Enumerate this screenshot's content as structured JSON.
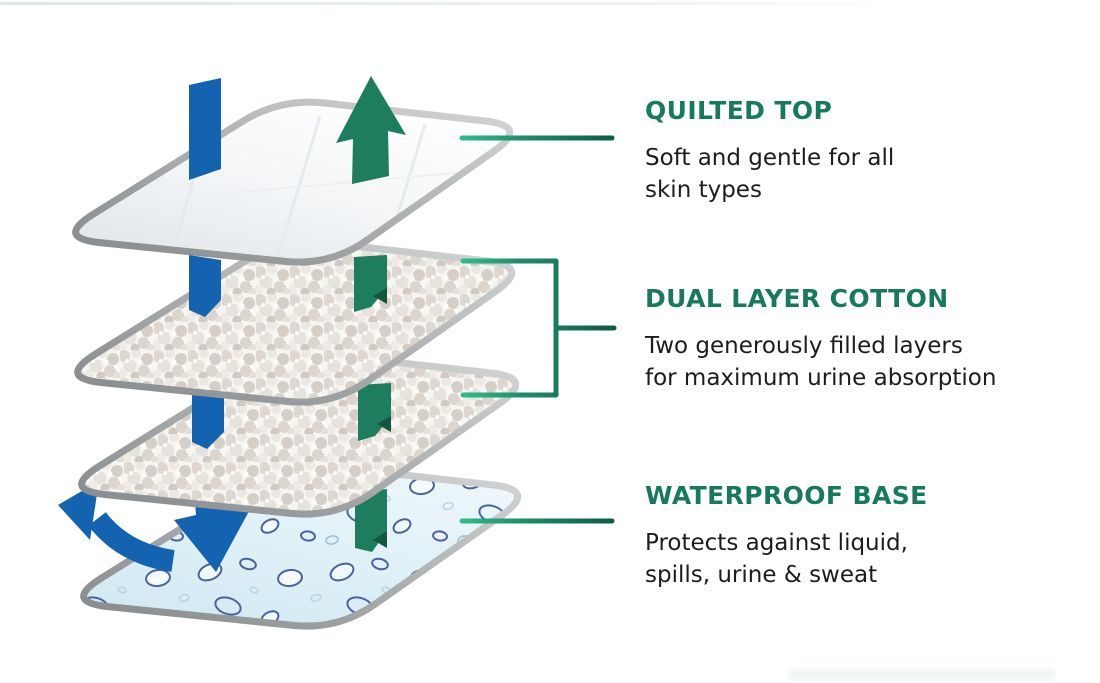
{
  "page": {
    "background": "#ffffff"
  },
  "colors": {
    "title_green": "#17795e",
    "body_text": "#1c1c1e",
    "arrow_green": "#1e7c5f",
    "arrow_blue": "#1363b1",
    "leader_green_bright": "#30bf8d",
    "leader_green_dark": "#0d5a47",
    "waterproof_blue": "#d9edf6",
    "rim_silver": "#9a9d9e"
  },
  "sections": [
    {
      "id": "quilted-top",
      "title": "QUILTED TOP",
      "description_lines": [
        "Soft and gentle for all",
        "skin types"
      ]
    },
    {
      "id": "dual-layer-cotton",
      "title": "DUAL LAYER COTTON",
      "description_lines": [
        "Two generously filled layers",
        "for maximum urine absorption"
      ]
    },
    {
      "id": "waterproof-base",
      "title": "WATERPROOF BASE",
      "description_lines": [
        "Protects against liquid,",
        "spills, urine & sweat"
      ]
    }
  ],
  "diagram": {
    "layers": [
      "quilted-top-layer",
      "cotton-layer-upper",
      "cotton-layer-lower",
      "waterproof-base-layer"
    ],
    "arrows": [
      "liquid-down-arrow-blue",
      "airflow-up-arrow-green",
      "spill-deflect-curved-arrow-blue"
    ]
  }
}
